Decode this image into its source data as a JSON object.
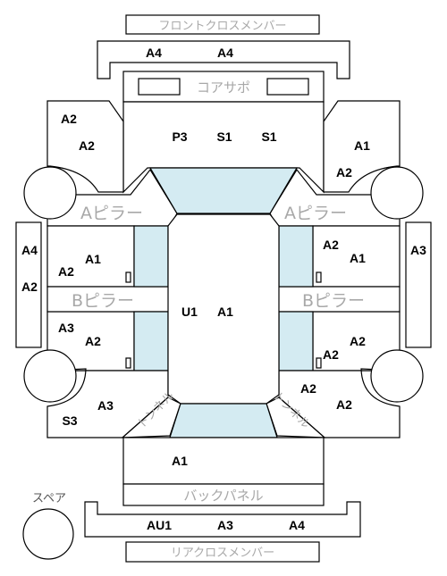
{
  "labels": {
    "front_cross_member": "フロントクロスメンバー",
    "core_support": "コアサポ",
    "a_pillar_left": "Aピラー",
    "a_pillar_right": "Aピラー",
    "b_pillar_left": "Bピラー",
    "b_pillar_right": "Bピラー",
    "tunnel_left": "トンネル",
    "tunnel_right": "トンネル",
    "back_panel": "バックパネル",
    "spare": "スペア",
    "rear_cross_member": "リアクロスメンバー"
  },
  "codes": {
    "front_cross_1": "A4",
    "front_cross_2": "A4",
    "front_left_1": "A2",
    "front_left_2": "A2",
    "core_1": "P3",
    "core_2": "S1",
    "core_3": "S1",
    "front_right_1": "A1",
    "front_right_2": "A2",
    "left_sill_1": "A4",
    "left_sill_2": "A2",
    "right_sill": "A3",
    "left_mid_1": "A1",
    "left_mid_2": "A2",
    "left_rear_1": "A3",
    "left_rear_2": "A2",
    "right_mid_1": "A2",
    "right_mid_2": "A1",
    "right_rear_1": "A2",
    "right_rear_2": "A2",
    "floor_1": "U1",
    "floor_2": "A1",
    "rear_left_1": "A3",
    "rear_left_2": "S3",
    "rear_right_1": "A2",
    "rear_right_2": "A2",
    "trunk": "A1",
    "rear_cross_1": "AU1",
    "rear_cross_2": "A3",
    "rear_cross_3": "A4"
  }
}
